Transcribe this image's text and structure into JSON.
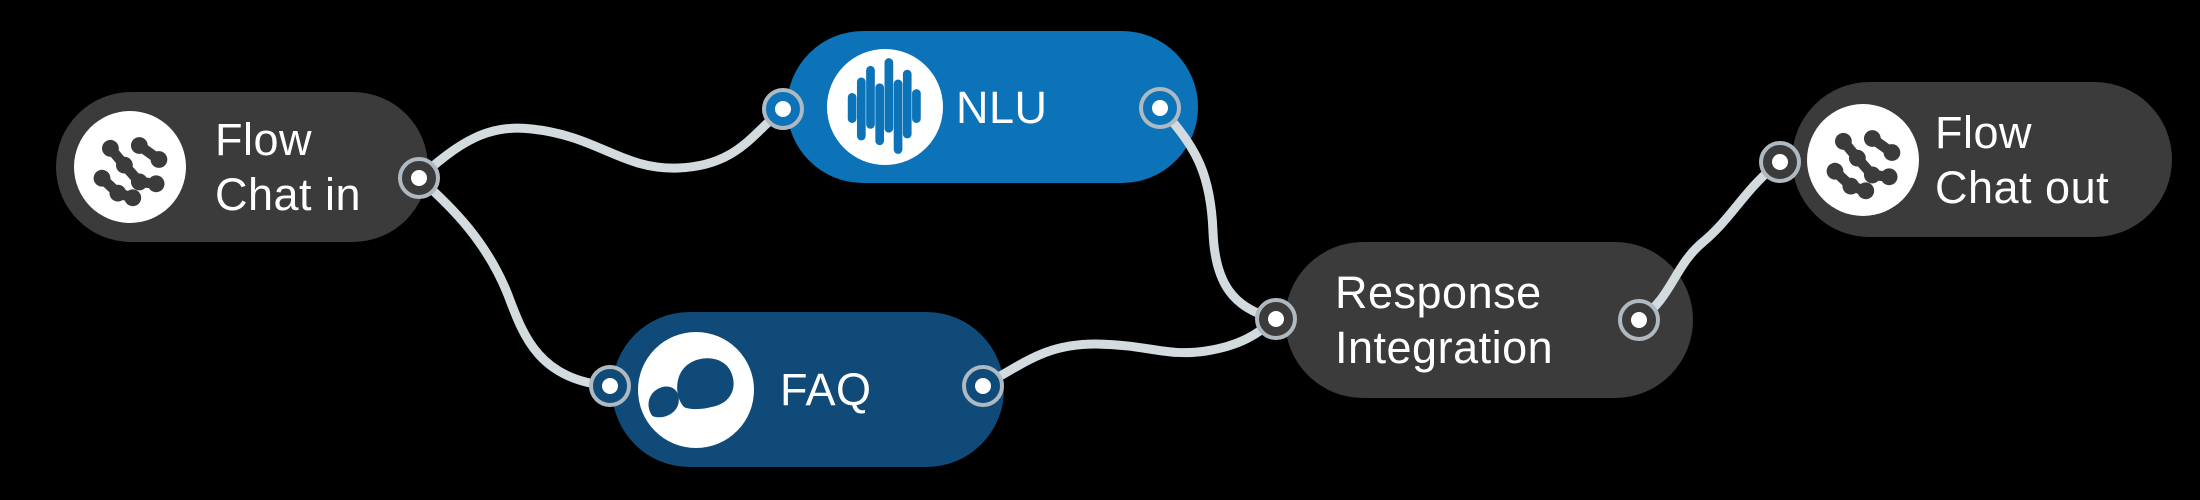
{
  "diagram": {
    "background_color": "#000000",
    "wire_color": "#d3dbdf",
    "port_ring_color": "#aeb9c1",
    "port_dot_color": "#ffffff",
    "text_color": "#ffffff",
    "nodes": [
      {
        "id": "flow-chat-in",
        "label_line1": "Flow",
        "label_line2": "Chat in",
        "color": "#3b3b3b",
        "icon": "flow-icon",
        "icon_bg": "#ffffff",
        "icon_fg": "#3b3b3b"
      },
      {
        "id": "nlu",
        "label": "NLU",
        "color": "#0d73b8",
        "icon": "waveform-icon",
        "icon_bg": "#ffffff",
        "icon_fg": "#0d73b8"
      },
      {
        "id": "faq",
        "label": "FAQ",
        "color": "#0f4a78",
        "icon": "chat-bubble-icon",
        "icon_bg": "#ffffff",
        "icon_fg": "#0f4a78"
      },
      {
        "id": "response-integration",
        "label_line1": "Response",
        "label_line2": "Integration",
        "color": "#3b3b3b",
        "icon": null
      },
      {
        "id": "flow-chat-out",
        "label_line1": "Flow",
        "label_line2": "Chat out",
        "color": "#3b3b3b",
        "icon": "flow-icon",
        "icon_bg": "#ffffff",
        "icon_fg": "#3b3b3b"
      }
    ],
    "connections": [
      {
        "from": "flow-chat-in",
        "to": "nlu"
      },
      {
        "from": "flow-chat-in",
        "to": "faq"
      },
      {
        "from": "nlu",
        "to": "response-integration"
      },
      {
        "from": "faq",
        "to": "response-integration"
      },
      {
        "from": "response-integration",
        "to": "flow-chat-out"
      }
    ]
  }
}
